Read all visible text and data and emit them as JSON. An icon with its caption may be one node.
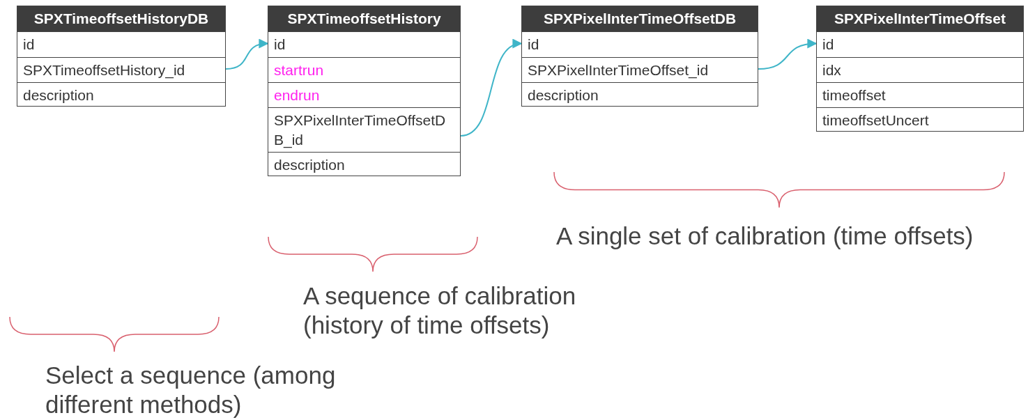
{
  "diagram": {
    "nodes": [
      {
        "text": [
          "SPXTimeoffsetHistoryDB"
        ]
      },
      {
        "text": [
          "id"
        ],
        "in": 0
      },
      {
        "text": [
          "SPXTimeoffsetHistory_id"
        ],
        "in": 0
      },
      {
        "text": [
          "description"
        ],
        "in": 0
      },
      {
        "text": [
          "SPXTimeoffsetHistory"
        ]
      },
      {
        "text": [
          "id"
        ],
        "in": 4
      },
      {
        "text": [
          "startrun"
        ],
        "in": 4
      },
      {
        "text": [
          "endrun"
        ],
        "in": 4
      },
      {
        "text": [
          "SPXPixelInterTimeOffsetDB_id"
        ],
        "in": 4
      },
      {
        "text": [
          "description"
        ],
        "in": 4
      },
      {
        "text": [
          "SPXPixelInterTimeOffsetDB"
        ]
      },
      {
        "text": [
          "id"
        ],
        "in": 10
      },
      {
        "text": [
          "SPXPixelInterTimeOffset_id"
        ],
        "in": 10
      },
      {
        "text": [
          "description"
        ],
        "in": 10
      },
      {
        "text": [
          "SPXPixelInterTimeOffset"
        ]
      },
      {
        "text": [
          "id"
        ],
        "in": 14
      },
      {
        "text": [
          "idx"
        ],
        "in": 14
      },
      {
        "text": [
          "timeoffset"
        ],
        "in": 14
      },
      {
        "text": [
          "timeoffsetUncert"
        ],
        "in": 14
      }
    ],
    "edges": [
      {
        "from": 2,
        "to": 5,
        "arrow": "to"
      },
      {
        "from": 8,
        "to": 11,
        "arrow": "to"
      },
      {
        "from": 12,
        "to": 15,
        "arrow": "to"
      }
    ],
    "labels": [
      "A single set of calibration (time offsets)",
      "A sequence of calibration (history of time offsets)",
      "Select a sequence (among different methods)"
    ]
  }
}
